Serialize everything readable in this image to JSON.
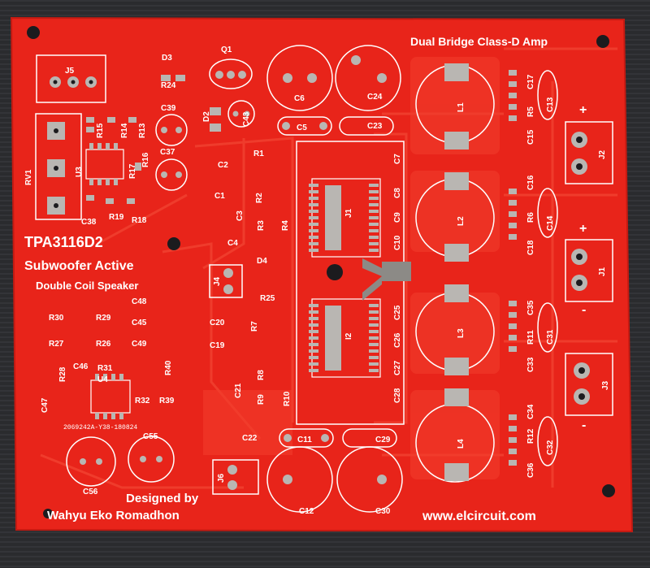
{
  "board": {
    "header": "Dual Bridge Class-D Amp",
    "chip": "TPA3116D2",
    "line1": "Subwoofer Active",
    "line2": "Double Coil Speaker",
    "serial": "2069242A-Y38-180824",
    "credit_label": "Designed by",
    "designer": "Wahyu Eko Romadhon",
    "website": "www.elcircuit.com"
  },
  "refs": {
    "J5": "J5",
    "RV1": "RV1",
    "D3": "D3",
    "Q1": "Q1",
    "R24": "R24",
    "C39": "C39",
    "C43": "C43",
    "D2": "D2",
    "C37": "C37",
    "R15": "R15",
    "R14": "R14",
    "R13": "R13",
    "R17": "R17",
    "R16": "R16",
    "U3": "U3",
    "C38": "C38",
    "R19": "R19",
    "R18": "R18",
    "C6": "C6",
    "C24": "C24",
    "C5": "C5",
    "C23": "C23",
    "R1": "R1",
    "C2": "C2",
    "C1": "C1",
    "R2": "R2",
    "C3": "C3",
    "R3": "R3",
    "R4": "R4",
    "C4": "C4",
    "C7": "C7",
    "C8": "C8",
    "C9": "C9",
    "C10": "C10",
    "J1A": "J1",
    "L1": "L1",
    "L2": "L2",
    "L3": "L3",
    "L4": "L4",
    "C17": "C17",
    "R5": "R5",
    "C13": "C13",
    "C15": "C15",
    "C16": "C16",
    "C14": "C14",
    "R6": "R6",
    "C18": "C18",
    "J2": "J2",
    "J1": "J1",
    "J3": "J3",
    "J4": "J4",
    "J6": "J6",
    "D4": "D4",
    "R25": "R25",
    "R30": "R30",
    "R29": "R29",
    "C48": "C48",
    "C45": "C45",
    "R27": "R27",
    "R26": "R26",
    "C49": "C49",
    "R28": "R28",
    "C46": "C46",
    "R31": "R31",
    "R40": "R40",
    "U4": "U4",
    "C47": "C47",
    "R32": "R32",
    "R39": "R39",
    "C20": "C20",
    "R7": "R7",
    "C19": "C19",
    "C21": "C21",
    "R8": "R8",
    "R9": "R9",
    "R10": "R10",
    "C22": "C22",
    "C25": "C25",
    "C26": "C26",
    "C27": "C27",
    "C28": "C28",
    "I2": "I2",
    "C35": "C35",
    "C31": "C31",
    "R11": "R11",
    "C33": "C33",
    "C34": "C34",
    "C32": "C32",
    "R12": "R12",
    "C36": "C36",
    "C11": "C11",
    "C29": "C29",
    "C12": "C12",
    "C30": "C30",
    "C55": "C55",
    "C56": "C56",
    "plus": "+",
    "minus": "-"
  },
  "colors": {
    "background": "#2a2b2e",
    "soldermask": "#e8241a",
    "copper_pour": "#f13c2c",
    "silkscreen": "#ffffff",
    "pad": "#b9b6b2",
    "hole": "#1c1b1e"
  }
}
